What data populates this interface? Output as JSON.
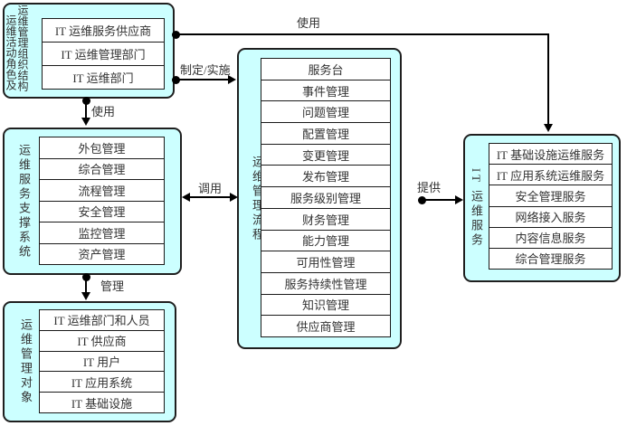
{
  "diagram": {
    "colors": {
      "box_fill": "#ccffff",
      "box_border": "#1f1f1f",
      "item_fill": "#ffffff",
      "item_border": "#1a1a1a",
      "connector": "#000000",
      "text": "#333333"
    },
    "groups": {
      "org": {
        "label_full": "运维活动角色及运维管理组织结构",
        "label_cols": [
          "运维活动角色及",
          "运维管理组织结构"
        ],
        "items": [
          "IT 运维服务供应商",
          "IT 运维管理部门",
          "IT 运维部门"
        ]
      },
      "support": {
        "label": "运维服务支撑系统",
        "items": [
          "外包管理",
          "综合管理",
          "流程管理",
          "安全管理",
          "监控管理",
          "资产管理"
        ]
      },
      "objects": {
        "label": "运维管理对象",
        "items": [
          "IT 运维部门和人员",
          "IT 供应商",
          "IT 用户",
          "IT 应用系统",
          "IT 基础设施"
        ]
      },
      "process": {
        "label": "运维管理流程",
        "items": [
          "服务台",
          "事件管理",
          "问题管理",
          "配置管理",
          "变更管理",
          "发布管理",
          "服务级别管理",
          "财务管理",
          "能力管理",
          "可用性管理",
          "服务持续性管理",
          "知识管理",
          "供应商管理"
        ]
      },
      "services": {
        "label": "IT 运维服务",
        "items": [
          "IT 基础设施运维服务",
          "IT 应用系统运维服务",
          "安全管理服务",
          "网络接入服务",
          "内容信息服务",
          "综合管理服务"
        ]
      }
    },
    "edges": {
      "use_top": "使用",
      "formulate": "制定/实施",
      "use_left": "使用",
      "invoke": "调用",
      "manage": "管理",
      "provide": "提供"
    }
  }
}
